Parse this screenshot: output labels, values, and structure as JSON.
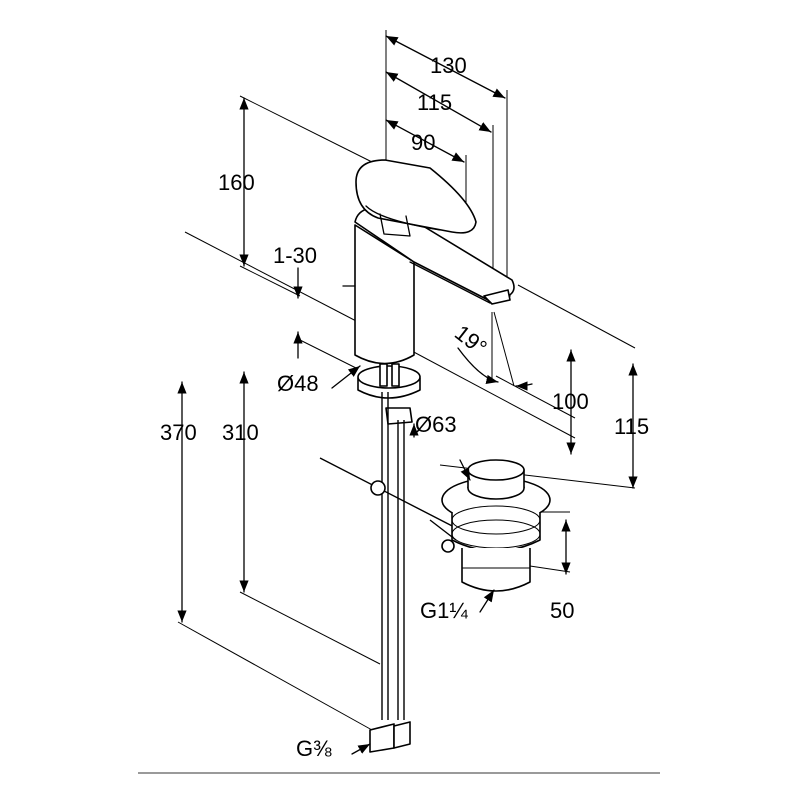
{
  "dimensions": {
    "spout_reach_overall": "130",
    "spout_reach_outlet": "115",
    "lever_reach": "90",
    "lever_height": "160",
    "max_deck_thickness": "1-30",
    "spout_angle": "19°",
    "body_diameter": "Ø48",
    "outlet_height": "100",
    "spout_height": "115",
    "waste_diameter": "Ø63",
    "total_height": "370",
    "hose_length": "310",
    "waste_thread": "G1¼",
    "waste_height": "50",
    "hose_thread": "G⅜"
  },
  "colors": {
    "line": "#000000",
    "ground_line": "#9a9a9a"
  }
}
